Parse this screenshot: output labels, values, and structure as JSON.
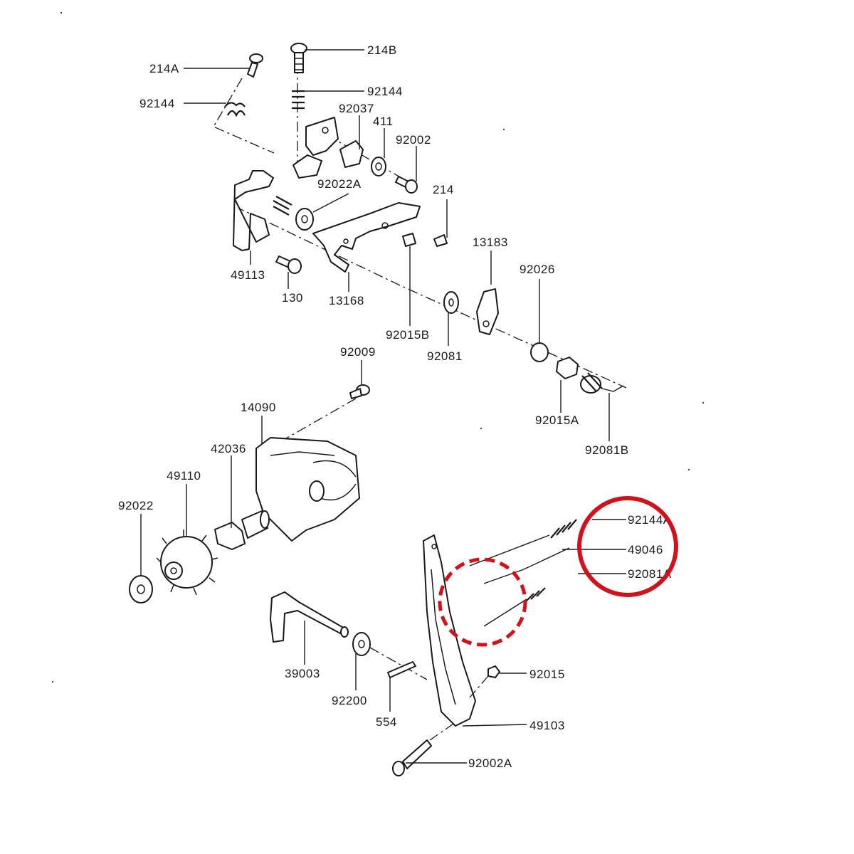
{
  "labels": {
    "l214A": "214A",
    "l214B": "214B",
    "l92144a": "92144",
    "l92144b": "92144",
    "l92037": "92037",
    "l411": "411",
    "l92002": "92002",
    "l92022A": "92022A",
    "l214": "214",
    "l49113": "49113",
    "l130": "130",
    "l13168": "13168",
    "l92015B": "92015B",
    "l13183": "13183",
    "l92026": "92026",
    "l92081": "92081",
    "l92015A": "92015A",
    "l92081B": "92081B",
    "l92009": "92009",
    "l14090": "14090",
    "l42036": "42036",
    "l49110": "49110",
    "l92022": "92022",
    "l92144A": "92144A",
    "l49046": "49046",
    "l92081A": "92081A",
    "l39003": "39003",
    "l92200": "92200",
    "l554": "554",
    "l92015": "92015",
    "l49103": "49103",
    "l92002A": "92002A"
  },
  "colors": {
    "line": "#1a1a1a",
    "highlight": "#d0121b"
  }
}
